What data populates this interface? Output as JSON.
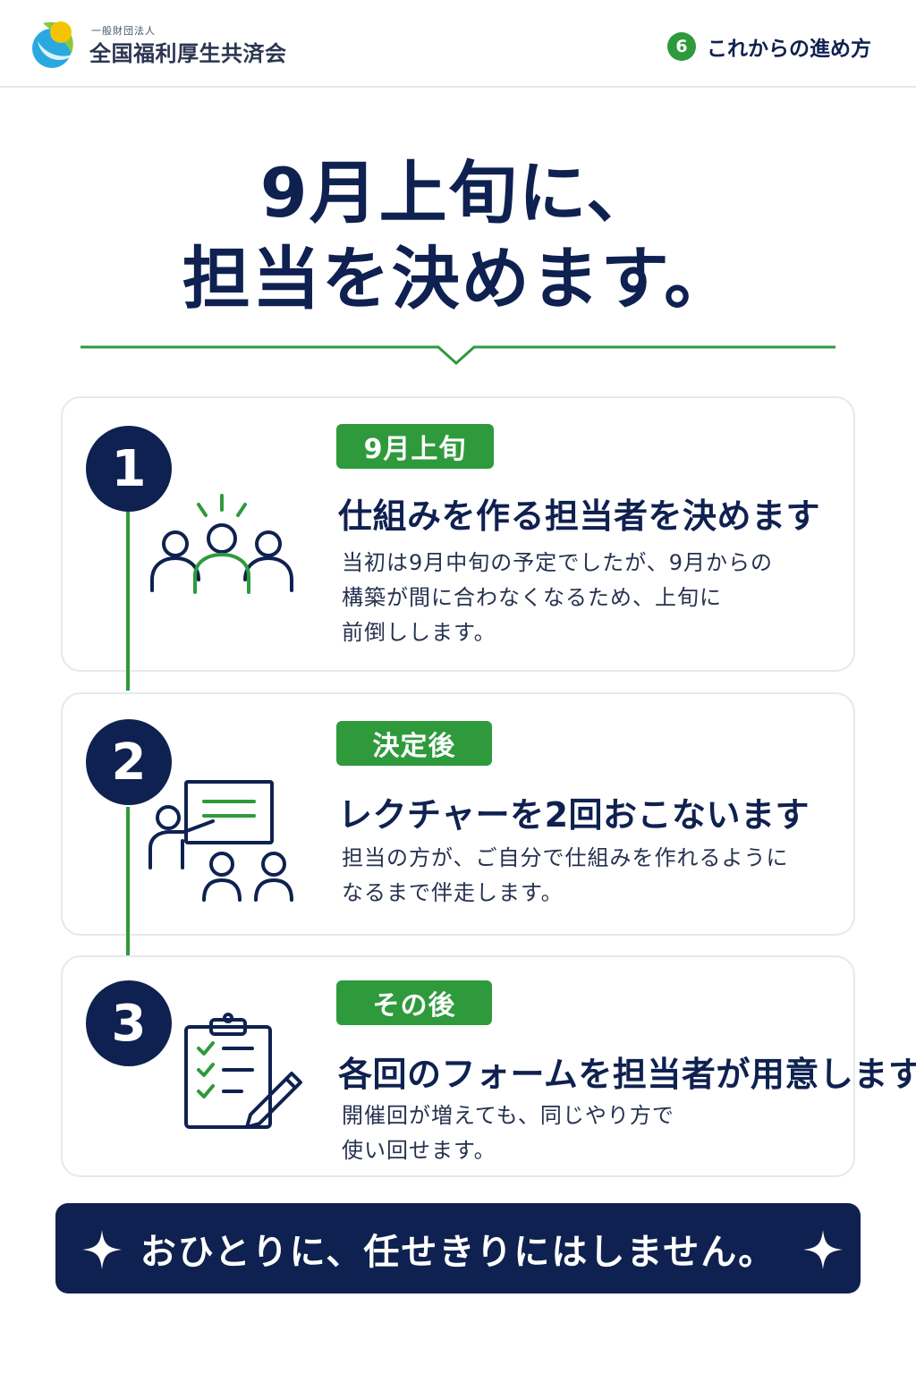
{
  "header": {
    "org_sub": "一般財団法人",
    "org_name": "全国福利厚生共済会",
    "step_number": "6",
    "step_title": "これからの進め方"
  },
  "title": {
    "line1": "9月上旬に、",
    "line2": "担当を決めます。"
  },
  "steps": [
    {
      "number": "1",
      "tag": "9月上旬",
      "heading": "仕組みを作る担当者を決めます",
      "body": [
        "当初は9月中旬の予定でしたが、9月からの",
        "構築が間に合わなくなるため、上旬に",
        "前倒しします。"
      ],
      "icon": "team-people-icon"
    },
    {
      "number": "2",
      "tag": "決定後",
      "heading": "レクチャーを2回おこないます",
      "body": [
        "担当の方が、ご自分で仕組みを作れるように",
        "なるまで伴走します。"
      ],
      "icon": "lecture-presentation-icon"
    },
    {
      "number": "3",
      "tag": "その後",
      "heading": "各回のフォームを担当者が用意します",
      "body": [
        "開催回が増えても、同じやり方で",
        "使い回せます。"
      ],
      "icon": "clipboard-checklist-icon"
    }
  ],
  "banner": {
    "text": "おひとりに、任せきりにはしません。"
  },
  "colors": {
    "navy": "#0f2150",
    "green": "#2e9a3c",
    "card_border": "#e6e8ee"
  }
}
